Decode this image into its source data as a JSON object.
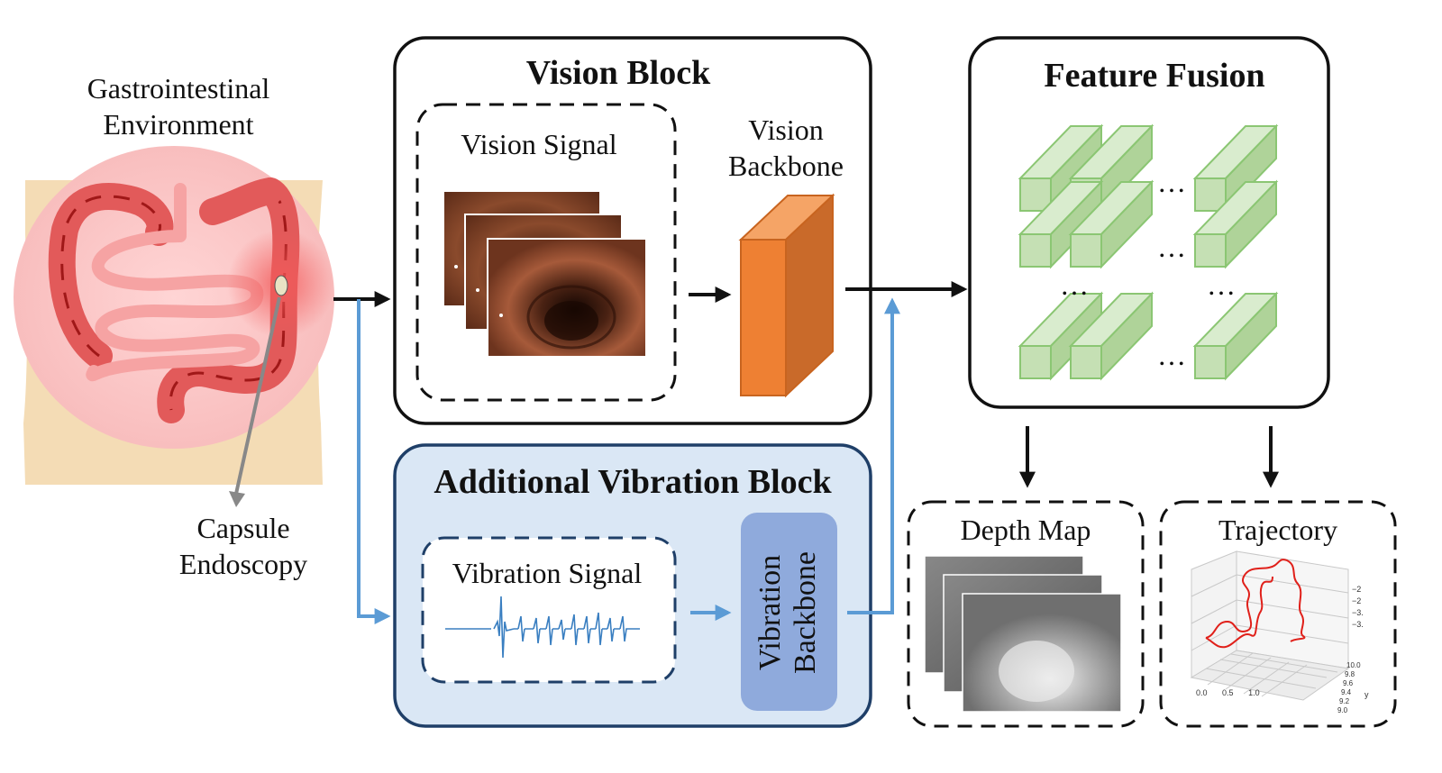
{
  "environment": {
    "title_line1": "Gastrointestinal",
    "title_line2": "Environment",
    "capsule_line1": "Capsule",
    "capsule_line2": "Endoscopy"
  },
  "vision_block": {
    "title": "Vision Block",
    "signal_label": "Vision Signal",
    "backbone_line1": "Vision",
    "backbone_line2": "Backbone"
  },
  "vibration_block": {
    "title": "Additional Vibration Block",
    "signal_label": "Vibration Signal",
    "backbone_line1": "Vibration",
    "backbone_line2": "Backbone"
  },
  "fusion": {
    "title": "Feature Fusion",
    "ellipsis": "…"
  },
  "outputs": {
    "depth_label": "Depth Map",
    "trajectory_label": "Trajectory",
    "traj_z_ticks": [
      "−2",
      "−2",
      "−3.",
      "−3."
    ],
    "traj_x_ticks": [
      "0.0",
      "0.5",
      "1.0"
    ],
    "traj_y_ticks": [
      "10.0",
      "9.8",
      "9.6",
      "9.4",
      "9.2",
      "9.0"
    ],
    "traj_y_axis": "y"
  },
  "colors": {
    "arrow_black": "#111111",
    "arrow_blue": "#5b9bd5",
    "vibration_bg": "#dae7f5",
    "vibration_border": "#1f3f68",
    "backbone_orange": "#ee8033",
    "vib_backbone": "#8faadc",
    "cube_green": "#c5e0b4",
    "cube_border": "#8bc673",
    "trajectory_red": "#e0201a"
  }
}
